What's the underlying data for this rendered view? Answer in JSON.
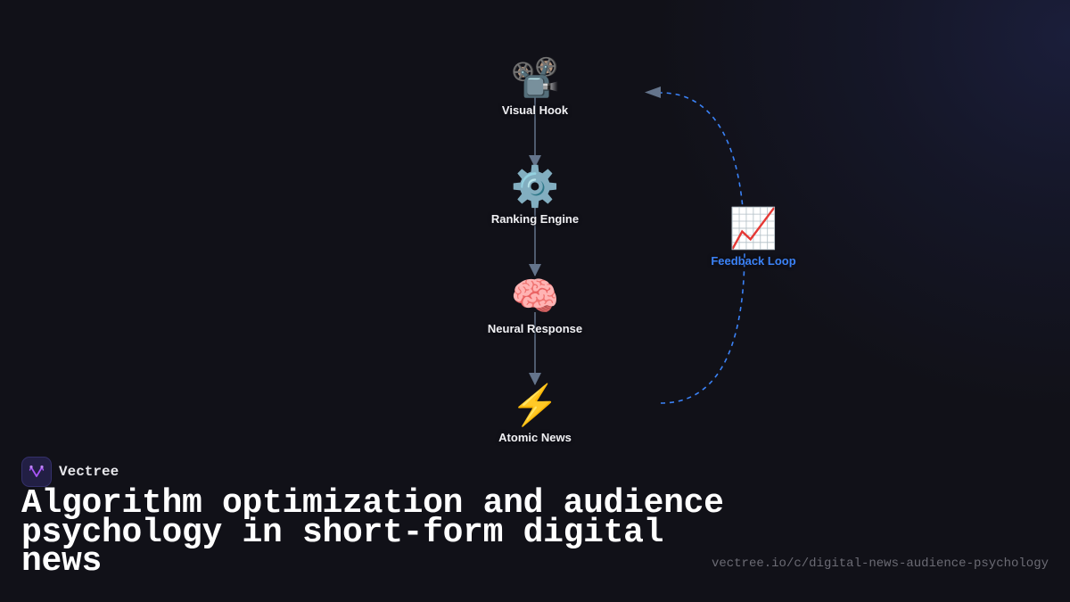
{
  "diagram": {
    "type": "flowchart",
    "nodes": [
      {
        "id": "visual-hook",
        "label": "Visual Hook",
        "icon": "movie-camera-icon",
        "glyph": "📽️"
      },
      {
        "id": "ranking-engine",
        "label": "Ranking Engine",
        "icon": "gear-icon",
        "glyph": "⚙️"
      },
      {
        "id": "neural-response",
        "label": "Neural Response",
        "icon": "brain-icon",
        "glyph": "🧠"
      },
      {
        "id": "atomic-news",
        "label": "Atomic News",
        "icon": "lightning-icon",
        "glyph": "⚡"
      },
      {
        "id": "feedback-loop",
        "label": "Feedback Loop",
        "icon": "chart-increasing-icon",
        "glyph": "📈"
      }
    ],
    "edges": [
      {
        "from": "visual-hook",
        "to": "ranking-engine",
        "style": "solid"
      },
      {
        "from": "ranking-engine",
        "to": "neural-response",
        "style": "solid"
      },
      {
        "from": "neural-response",
        "to": "atomic-news",
        "style": "solid"
      },
      {
        "from": "atomic-news",
        "to": "visual-hook",
        "via": "feedback-loop",
        "style": "dashed"
      }
    ],
    "colors": {
      "edge": "#64748b",
      "loop": "#3b82f6",
      "loop_label": "#3b82f6",
      "background": "#111118",
      "node_label": "#f1f1f4"
    }
  },
  "brand": {
    "name": "Vectree",
    "logo_color": "#a855f7"
  },
  "title": "Algorithm optimization and audience psychology in short-form digital news",
  "url": "vectree.io/c/digital-news-audience-psychology"
}
